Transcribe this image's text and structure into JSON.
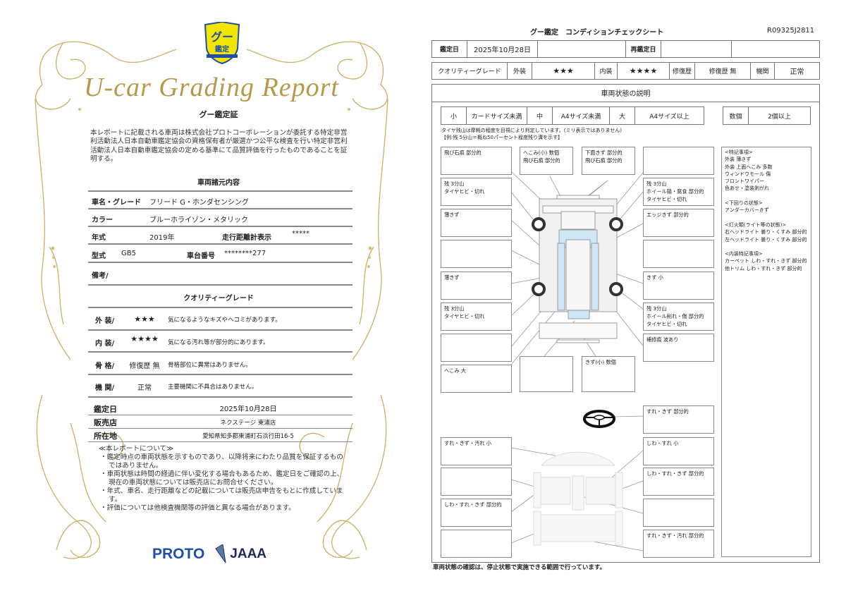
{
  "certificate": {
    "logo_text": "グー鑑定",
    "title": "U-car Grading Report",
    "heading": "グー鑑定証",
    "statement": "本レポートに記載される車両は株式会社プロトコーポレーションが委託する特定非営利活動法人日本自動車鑑定協会の資格保有者が厳選かつ公平な検査を行い特定非営利活動法人日本自動車鑑定協会の定める基準にて品質評価を行ったものであることを証明する。",
    "spec_heading": "車両諸元内容",
    "spec": {
      "name_label": "車名・グレード",
      "name": "フリード G・ホンダセンシング",
      "color_label": "カラー",
      "color": "ブルーホライゾン・メタリック",
      "year_label": "年式",
      "year": "2019年",
      "odometer_label": "走行距離計表示",
      "odometer": "*****",
      "model_label": "型式",
      "model": "GB5",
      "chassis_label": "車台番号",
      "chassis": "********277",
      "remarks_label": "備考/"
    },
    "grade_heading": "クオリティーグレード",
    "grades": [
      {
        "label": "外 装/",
        "value": "★★★",
        "desc": "気になるようなキズやヘコミがあります。"
      },
      {
        "label": "内 装/",
        "value": "★★★★",
        "desc": "気になる汚れ等が部分的にあります。"
      },
      {
        "label": "骨 格/",
        "value": "修復歴 無",
        "desc": "骨格部位に異常はありません。"
      },
      {
        "label": "機 関/",
        "value": "正常",
        "desc": "主要機関に不具合はありません。"
      }
    ],
    "info": {
      "date_label": "鑑定日",
      "date": "2025年10月28日",
      "dealer_label": "販売店",
      "dealer": "ネクステージ 東浦店",
      "address_label": "所在地",
      "address": "愛知県知多郡東浦町石浜行田16-5"
    },
    "about_heading": "≪本レポートについて≫",
    "about": [
      "・鑑定時点の車両状態を示すものであり、以降将来にわたり品質を保証するものではありません。",
      "・車両状態は時間の経過に伴い変化する場合もあるため、鑑定日をご確認の上、現在の車両状態については販売店にお問合せください。",
      "・年式、車名、走行距離などの記載については販売店申告をもとに作成しています。",
      "・評価については他検査機関等の評価と異なる場合があります。"
    ],
    "logos": [
      "PROTO",
      "JAAA"
    ],
    "colors": {
      "gold": "#b59a4a",
      "proto_blue": "#1f4fa8",
      "jaaa_navy": "#1c2a5a",
      "badge_yellow": "#f2e600"
    }
  },
  "sheet": {
    "title": "グー鑑定　コンディションチェックシート",
    "report_id": "R09325J2811",
    "date_label": "鑑定日",
    "date": "2025年10月28日",
    "re_date_label": "再鑑定日",
    "grade_row": {
      "label": "クオリティーグレード",
      "ext_label": "外装",
      "ext": "★★★",
      "int_label": "内装",
      "int": "★★★★",
      "repair_label": "修復歴",
      "repair": "修復歴 無",
      "engine_label": "機関",
      "engine": "正常"
    },
    "section_title": "車両状態の説明",
    "size_legend": {
      "small": "小",
      "small_desc": "カードサイズ未満",
      "medium": "中",
      "medium_desc": "A4サイズ未満",
      "large": "大",
      "large_desc": "A4サイズ以上",
      "several": "数個",
      "several_desc": "2個以上"
    },
    "tire_note_1": "タイヤ残山は摩耗の程度を目視により判定しています。(ミリ表示ではありません)",
    "tire_note_2": "【例:残 5分山＝概ね50パーセント程度残り溝を示す】",
    "exterior_boxes": [
      "飛び石痕 部分的",
      "残 3分山\nタイヤヒビ・切れ",
      "薄きず",
      "",
      "薄きず",
      "残 3分山\nタイヤヒビ・切れ",
      "",
      "へこみ 大",
      "へこみ(小) 数個\n飛び石痕 部分的",
      "下面きず 部分的\n飛び石痕 部分的",
      "",
      "残 3分山\nホイール錆・腐食 部分的\nタイヤヒビ・切れ",
      "エッジきず 部分的",
      "",
      "きず 小",
      "残 3分山\nホイール削れ・傷 部分的\nタイヤヒビ・切れ",
      "補修痕 波あり",
      "",
      "きず(小) 数個"
    ],
    "special_notes": "<特記事項>\n外装 薄きず\n外装 上面へこみ 多数\nウィンドウモール 傷\nフロントワイパー\n色あせ・塗装剥がれ\n\n<下回りの状態>\nアンダーカバーきず\n\n<灯火類(ライト等の状態)>\n右ヘッドライト 曇り・くすみ 部分的\n左ヘッドライト 曇り・くすみ 部分的\n\n<内装特記事項>\nカーペット しわ・すれ・きず 部分的\n他トリム しわ・すれ・きず 部分的",
    "interior_boxes": [
      "すれ・きず・汚れ 小",
      "",
      "しわ・すれ・きず 部分的",
      "",
      "すれ・きず 部分的",
      "しわ・すれ 小",
      "しわ・すれ・きず 部分的",
      "",
      "すれ・きず・汚れ 部分的"
    ],
    "footer": "車両状態の確認は、停止状態で実施できる範囲で行っています。",
    "colors": {
      "border": "#777777",
      "glass": "#cfe6f7"
    }
  }
}
